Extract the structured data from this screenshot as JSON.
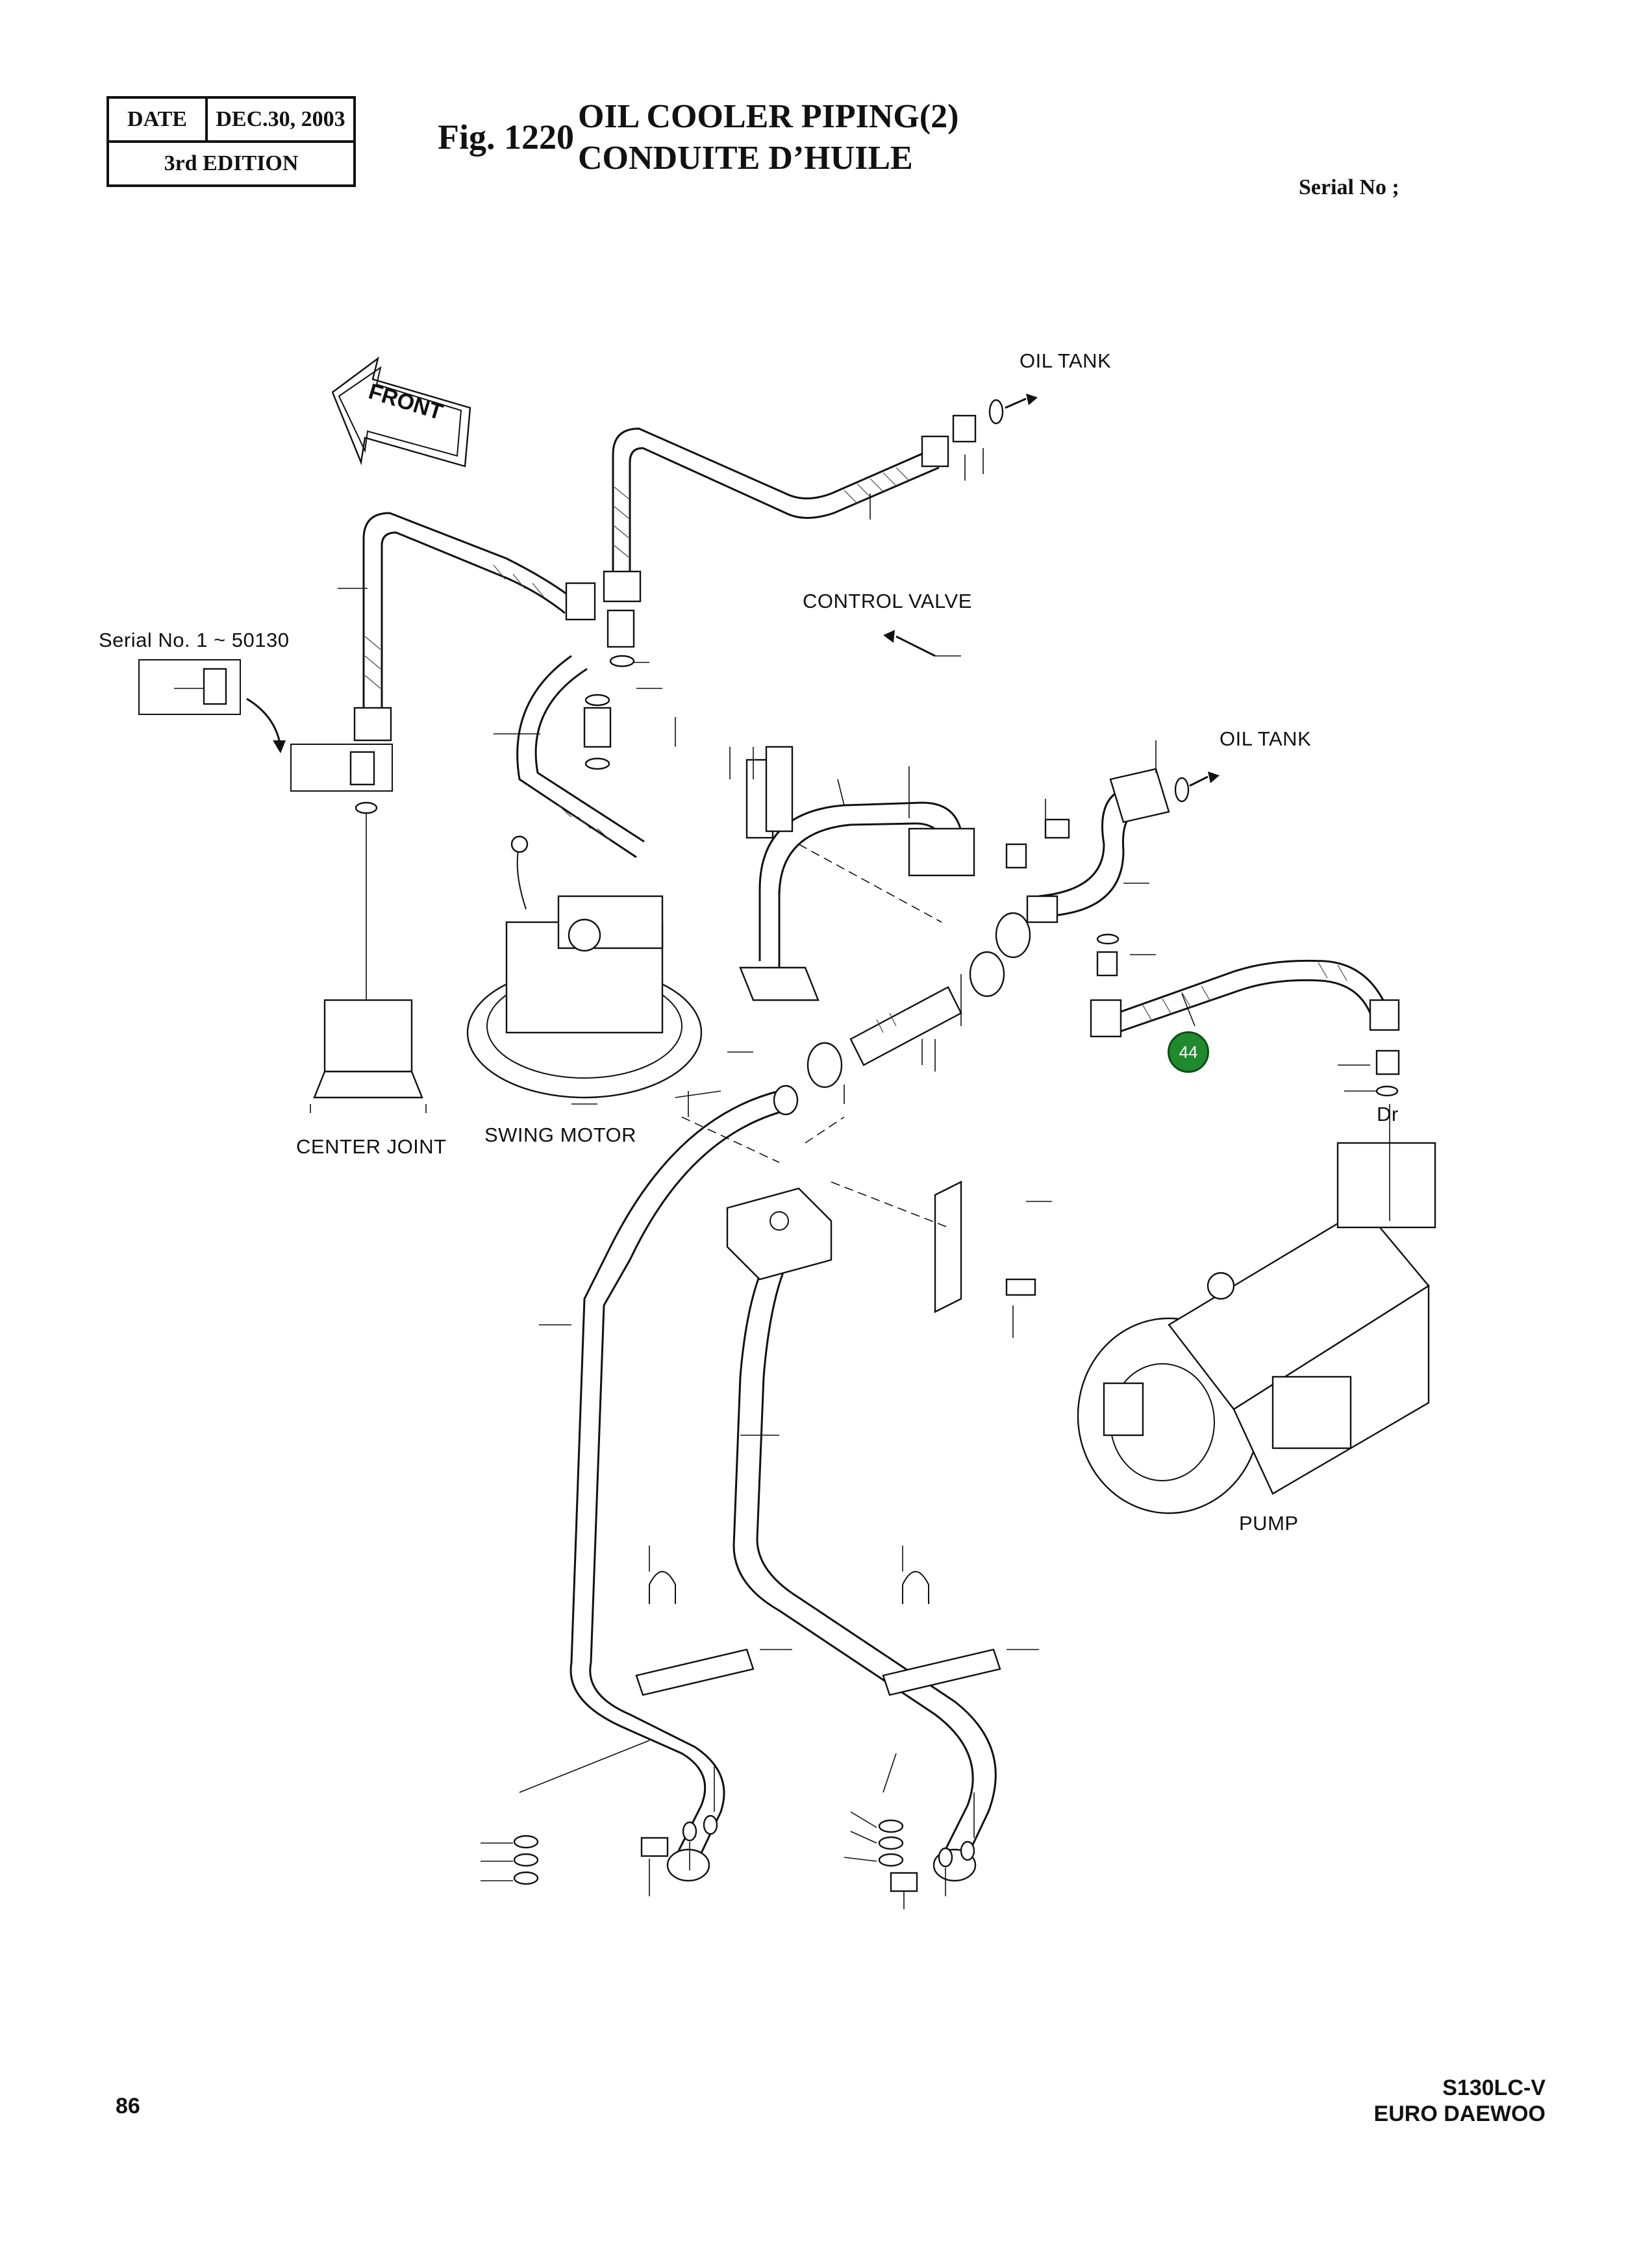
{
  "header": {
    "date_label": "DATE",
    "date_value": "DEC.30, 2003",
    "edition": "3rd  EDITION",
    "fig_number": "Fig. 1220",
    "title_en": "OIL COOLER PIPING(2)",
    "title_fr": "CONDUITE D’HUILE",
    "serial_label": "Serial No ;"
  },
  "diagram": {
    "labels": {
      "front": "FRONT",
      "oil_tank_top": "OIL TANK",
      "oil_tank_right": "OIL TANK",
      "control_valve": "CONTROL VALVE",
      "serial_range": "Serial No. 1 ~ 50130",
      "center_joint": "CENTER JOINT",
      "swing_motor": "SWING MOTOR",
      "drain": "Dr",
      "pump": "PUMP"
    },
    "callouts": [
      {
        "number": "44",
        "color": "#1f8a2e"
      }
    ]
  },
  "footer": {
    "page_number": "86",
    "model": "S130LC-V",
    "brand": "EURO DAEWOO"
  }
}
